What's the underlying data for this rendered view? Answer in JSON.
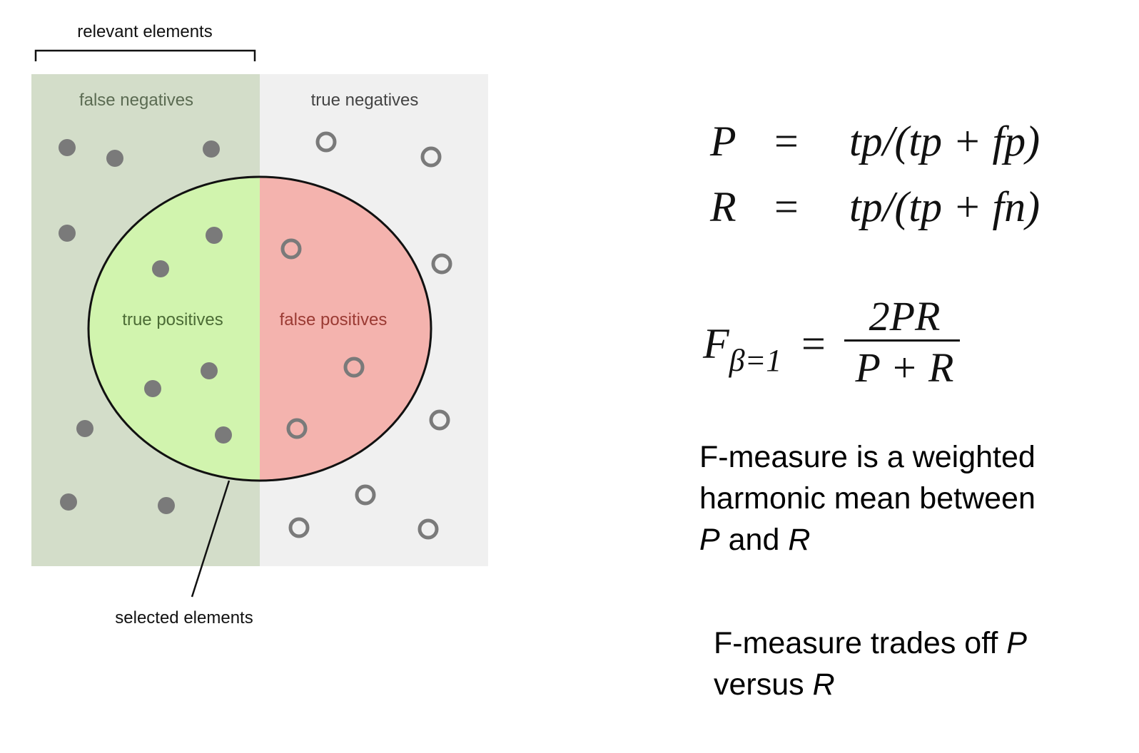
{
  "diagram": {
    "relevant_label": "relevant elements",
    "selected_label": "selected elements",
    "regions": {
      "false_negatives": "false negatives",
      "true_negatives": "true negatives",
      "true_positives": "true positives",
      "false_positives": "false positives"
    },
    "colors": {
      "relevant_bg": "#d3ddc9",
      "irrelevant_bg": "#f0f0f0",
      "true_positive_fill": "#d1f4ae",
      "false_positive_fill": "#f4b3ae",
      "dot": "#7a7a7a",
      "fn_text": "#5b6b52",
      "tn_text": "#444444",
      "tp_text": "#4b6b35",
      "fp_text": "#9a3a33"
    }
  },
  "formulas": {
    "precision": {
      "lhs": "P",
      "sign": "=",
      "rhs": "tp/(tp + fp)"
    },
    "recall": {
      "lhs": "R",
      "sign": "=",
      "rhs": "tp/(tp + fn)"
    },
    "f_measure": {
      "lhs": "F",
      "subscript": "β=1",
      "sign": "=",
      "numerator": "2PR",
      "denominator": "P + R"
    }
  },
  "notes": {
    "note1": {
      "t1": "F-measure is a weighted harmonic mean between ",
      "v1": "P",
      "t2": " and ",
      "v2": "R"
    },
    "note2": {
      "t1": "F-measure trades off ",
      "v1": "P",
      "t2": " versus ",
      "v2": "R"
    }
  }
}
